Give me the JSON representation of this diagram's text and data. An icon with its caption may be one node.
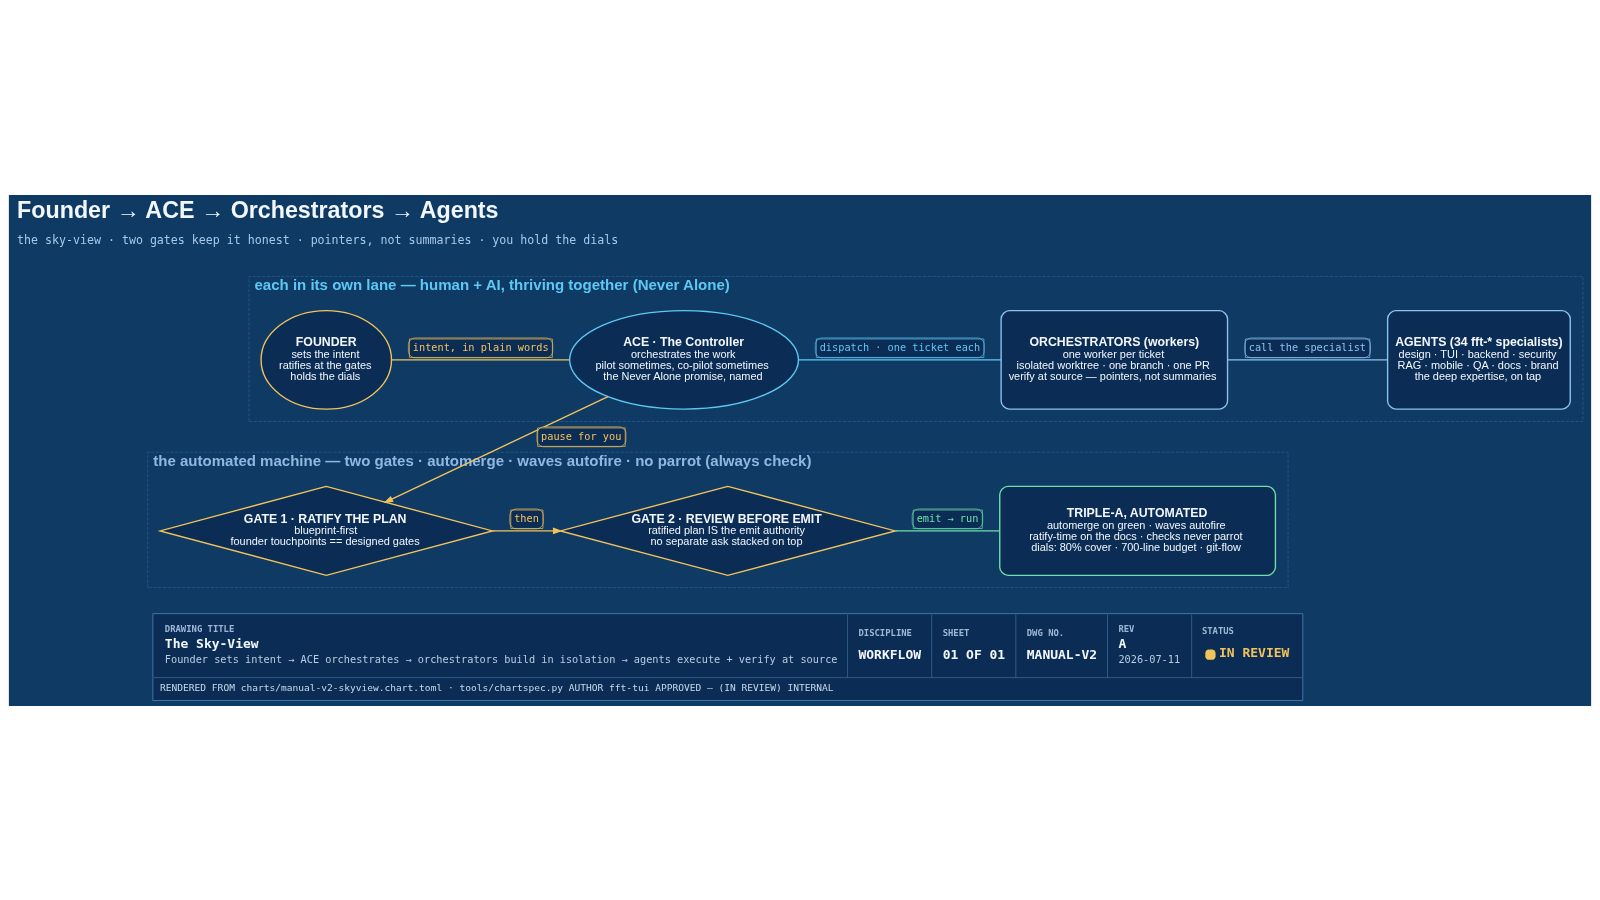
{
  "diagram": {
    "title": "Founder → ACE → Orchestrators → Agents",
    "nodes": [
      {
        "text": [
          "each in its own lane — human + AI, thriving together (Never Alone)"
        ]
      },
      {
        "text": [
          "FOUNDER",
          "sets the intent",
          "ratifies at the gates",
          "holds the dials"
        ],
        "in": 0
      },
      {
        "text": [
          "ACE · The Controller",
          "orchestrates the work",
          "pilot sometimes, co-pilot sometimes",
          "the Never Alone promise, named"
        ],
        "in": 0
      },
      {
        "text": [
          "ORCHESTRATORS (workers)",
          "one worker per ticket",
          "isolated worktree · one branch · one PR",
          "verify at source — pointers, not summaries"
        ],
        "in": 0
      },
      {
        "text": [
          "AGENTS (34 fft-* specialists)",
          "design · TUI · backend · security",
          "RAG · mobile · QA · docs · brand",
          "the deep expertise, on tap"
        ],
        "in": 0
      },
      {
        "text": [
          "the automated machine — two gates · automerge · waves autofire · no parrot (always check)"
        ]
      },
      {
        "text": [
          "GATE 1 · RATIFY THE PLAN",
          "blueprint-first",
          "founder touchpoints == designed gates"
        ],
        "in": 5
      },
      {
        "text": [
          "GATE 2 · REVIEW BEFORE EMIT",
          "ratified plan IS the emit authority",
          "no separate ask stacked on top"
        ],
        "in": 5
      },
      {
        "text": [
          "TRIPLE-A, AUTOMATED",
          "automerge on green · waves autofire",
          "ratify-time on the docs · checks never parrot",
          "dials: 80% cover · 700-line budget · git-flow"
        ],
        "in": 5
      }
    ],
    "edges": [
      {
        "from": 1,
        "to": 2,
        "arrow": "none",
        "label": "intent, in plain words"
      },
      {
        "from": 2,
        "to": 3,
        "arrow": "none",
        "label": "dispatch · one ticket each",
        "color": "#5ec8f5"
      },
      {
        "from": 3,
        "to": 4,
        "arrow": "none",
        "label": "call the specialist",
        "color": "#8cc4f0"
      },
      {
        "from": 2,
        "to": 6,
        "arrow": "to",
        "label": "pause for you"
      },
      {
        "from": 6,
        "to": 7,
        "arrow": "to",
        "label": "then"
      },
      {
        "from": 7,
        "to": 8,
        "arrow": "none",
        "label": "emit → run",
        "color": "#6ee0a8"
      }
    ],
    "labels": [
      "the sky-view · two gates keep it honest · pointers, not summaries · you hold the dials",
      "DRAWING TITLE",
      "The Sky-View",
      "Founder sets intent → ACE orchestrates → orchestrators build in isolation → agents execute + verify at source",
      "DISCIPLINE",
      "WORKFLOW",
      "SHEET",
      "01 OF 01",
      "DWG NO.",
      "MANUAL-V2",
      "REV",
      "A",
      "2026-07-11",
      "STATUS",
      "IN REVIEW",
      "RENDERED FROM charts/manual-v2-skyview.chart.toml · tools/chartspec.py AUTHOR fft-tui APPROVED — (IN REVIEW) INTERNAL"
    ]
  }
}
